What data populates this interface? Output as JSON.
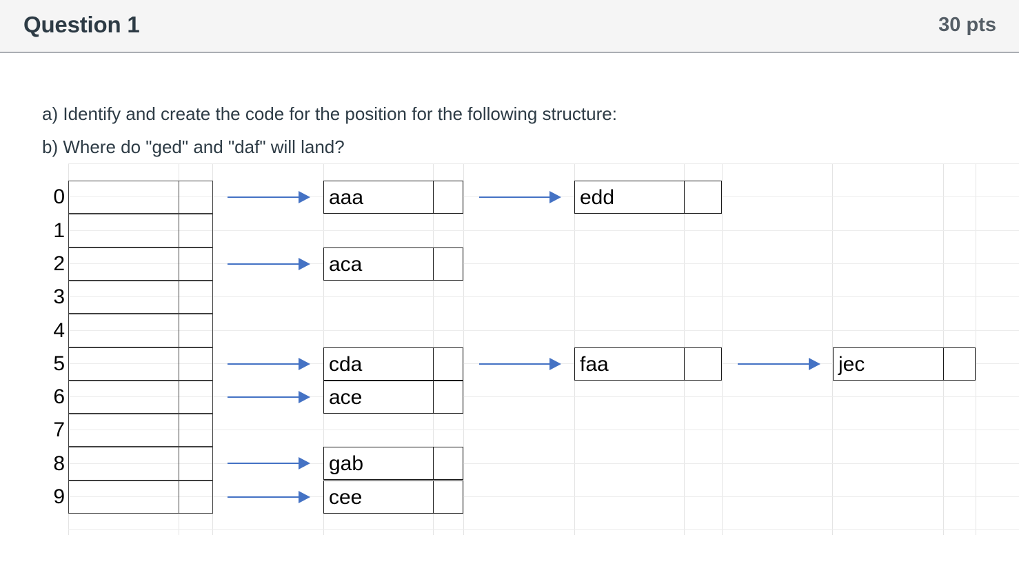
{
  "header": {
    "title": "Question 1",
    "points": "30 pts"
  },
  "prompt": {
    "line_a": "a) Identify and create the code for the position for the following structure:",
    "line_b": "b) Where do \"ged\" and \"daf\" will land?"
  },
  "colors": {
    "arrow": "#4472C4",
    "box_border": "#1A1A1A",
    "bucket_border": "#404040",
    "header_bg": "#F5F5F5",
    "header_border": "#AAAEB3",
    "text": "#2D3B45",
    "grid_line": "#E4E4E4"
  },
  "hash_table": {
    "index_labels": [
      "0",
      "1",
      "2",
      "3",
      "4",
      "5",
      "6",
      "7",
      "8",
      "9"
    ],
    "buckets": [
      {
        "index": "0",
        "chain": [
          "aaa",
          "edd"
        ]
      },
      {
        "index": "1",
        "chain": []
      },
      {
        "index": "2",
        "chain": [
          "aca"
        ]
      },
      {
        "index": "3",
        "chain": []
      },
      {
        "index": "4",
        "chain": []
      },
      {
        "index": "5",
        "chain": [
          "cda",
          "faa",
          "jec"
        ]
      },
      {
        "index": "6",
        "chain": [
          "ace"
        ]
      },
      {
        "index": "7",
        "chain": []
      },
      {
        "index": "8",
        "chain": [
          "gab"
        ]
      },
      {
        "index": "9",
        "chain": [
          "cee"
        ]
      }
    ],
    "nodes": [
      {
        "key": "aaa",
        "row": 0,
        "col": 0
      },
      {
        "key": "edd",
        "row": 0,
        "col": 1
      },
      {
        "key": "aca",
        "row": 2,
        "col": 0
      },
      {
        "key": "cda",
        "row": 5,
        "col": 0
      },
      {
        "key": "faa",
        "row": 5,
        "col": 1
      },
      {
        "key": "jec",
        "row": 5,
        "col": 2
      },
      {
        "key": "ace",
        "row": 6,
        "col": 0
      },
      {
        "key": "gab",
        "row": 8,
        "col": 0
      },
      {
        "key": "cee",
        "row": 9,
        "col": 0
      }
    ]
  }
}
